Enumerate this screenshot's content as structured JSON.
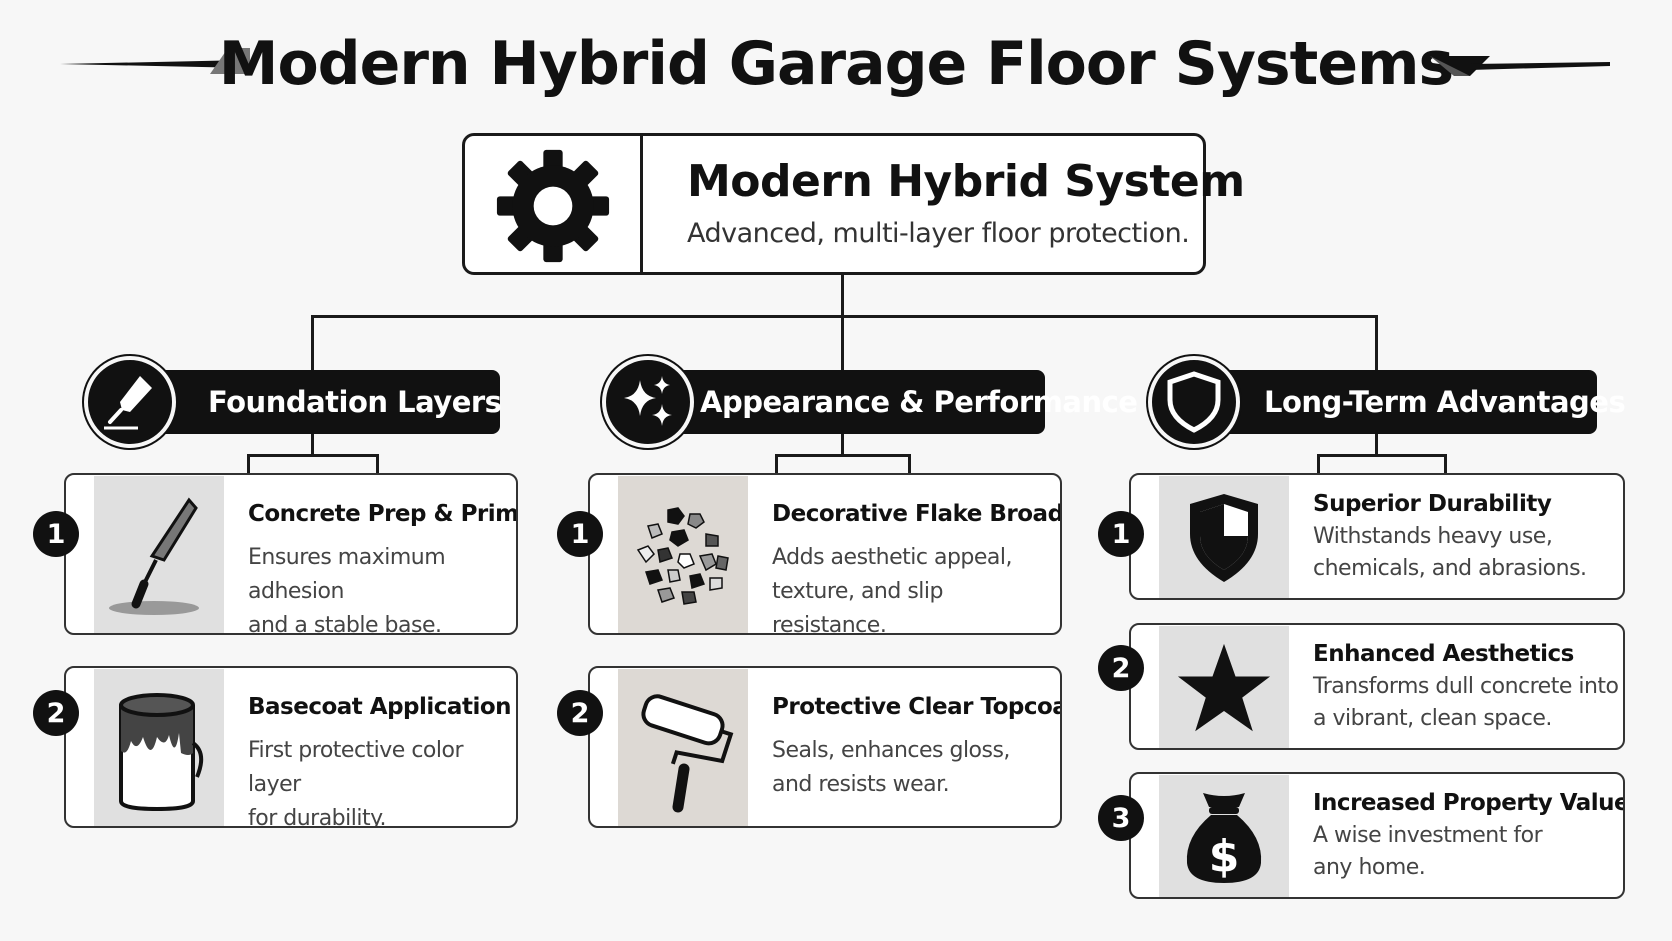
{
  "title": "Modern Hybrid Garage Floor Systems",
  "root": {
    "title": "Modern Hybrid System",
    "subtitle": "Advanced, multi-layer floor protection.",
    "icon": "gear-icon"
  },
  "columns": [
    {
      "label": "Foundation Layers",
      "icon": "trowel-icon",
      "items": [
        {
          "num": "1",
          "title": "Concrete Prep & Primer",
          "desc_line1": "Ensures maximum adhesion",
          "desc_line2": "and a stable base.",
          "icon": "trowel-icon"
        },
        {
          "num": "2",
          "title": "Basecoat Application",
          "desc_line1": "First protective color layer",
          "desc_line2": "for durability.",
          "icon": "paint-can-icon"
        }
      ]
    },
    {
      "label": "Appearance & Performance",
      "icon": "sparkles-icon",
      "items": [
        {
          "num": "1",
          "title": "Decorative Flake Broadcast",
          "desc_line1": "Adds aesthetic appeal,",
          "desc_line2": "texture, and slip resistance.",
          "icon": "flakes-icon"
        },
        {
          "num": "2",
          "title": "Protective Clear Topcoat",
          "desc_line1": "Seals, enhances gloss,",
          "desc_line2": "and resists wear.",
          "icon": "paint-roller-icon"
        }
      ]
    },
    {
      "label": "Long-Term Advantages",
      "icon": "shield-icon",
      "items": [
        {
          "num": "1",
          "title": "Superior Durability",
          "desc_line1": "Withstands heavy use,",
          "desc_line2": "chemicals, and abrasions.",
          "icon": "shield-icon"
        },
        {
          "num": "2",
          "title": "Enhanced Aesthetics",
          "desc_line1": "Transforms dull concrete into",
          "desc_line2": "a vibrant, clean space.",
          "icon": "star-icon"
        },
        {
          "num": "3",
          "title": "Increased Property Value",
          "desc_line1": "A wise investment for",
          "desc_line2": "any home.",
          "icon": "money-bag-icon"
        }
      ]
    }
  ]
}
